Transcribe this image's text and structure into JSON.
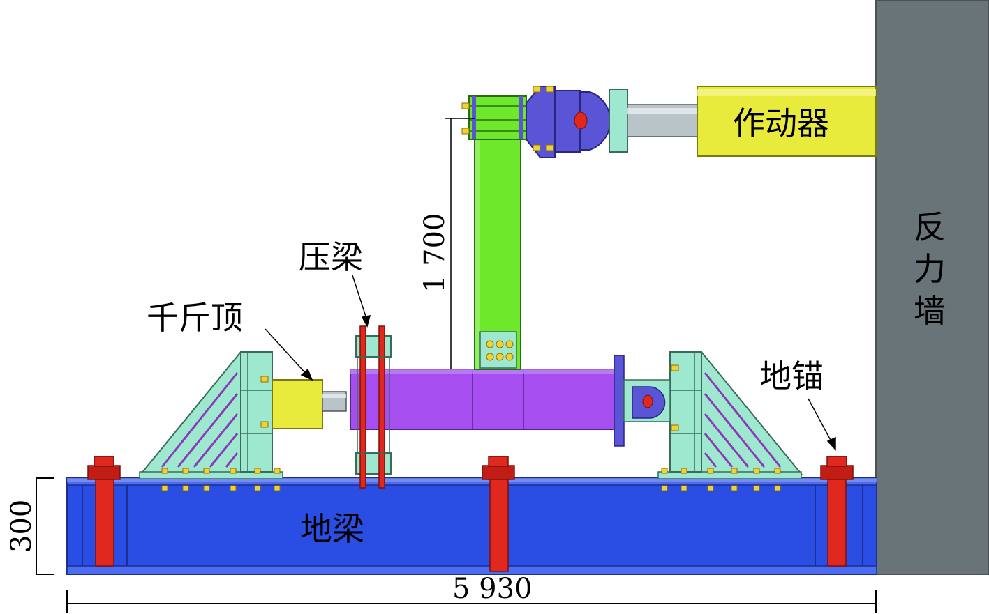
{
  "labels": {
    "actuator": "作动器",
    "reaction_wall": "反力墙",
    "pressure_beam": "压梁",
    "jack": "千斤顶",
    "ground_anchor": "地锚",
    "ground_beam": "地梁"
  },
  "dimensions": {
    "column_height": "1 700",
    "ground_beam_height": "300",
    "total_length": "5 930"
  },
  "colors": {
    "ground_beam": "#2a4de3",
    "reaction_wall": "#687478",
    "actuator": "#e8ea3c",
    "column": "#6ee82a",
    "column_bracket": "#5a55d6",
    "horizontal_beam": "#a64ef0",
    "support": "#9fe8d0",
    "anchor_bolt": "#e0281e",
    "bolt": "#f2d22e"
  }
}
